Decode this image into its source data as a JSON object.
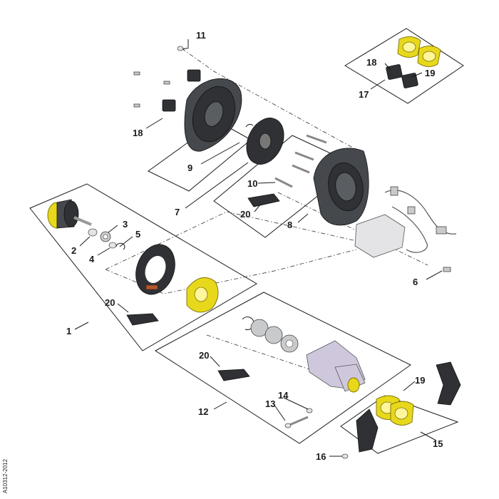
{
  "callouts": {
    "c1": "1",
    "c2": "2",
    "c3": "3",
    "c4": "4",
    "c5": "5",
    "c6": "6",
    "c7": "7",
    "c8": "8",
    "c9": "9",
    "c10": "10",
    "c11": "11",
    "c12": "12",
    "c13": "13",
    "c14": "14",
    "c15": "15",
    "c16": "16",
    "c17": "17",
    "c18a": "18",
    "c18b": "18",
    "c19a": "19",
    "c19b": "19",
    "c20a": "20",
    "c20b": "20",
    "c20c": "20"
  },
  "drawing_code": "A10312-2012",
  "colors": {
    "highlight": "#e8d81c",
    "dark_part": "#2f3134",
    "metal": "#c9cacc"
  }
}
